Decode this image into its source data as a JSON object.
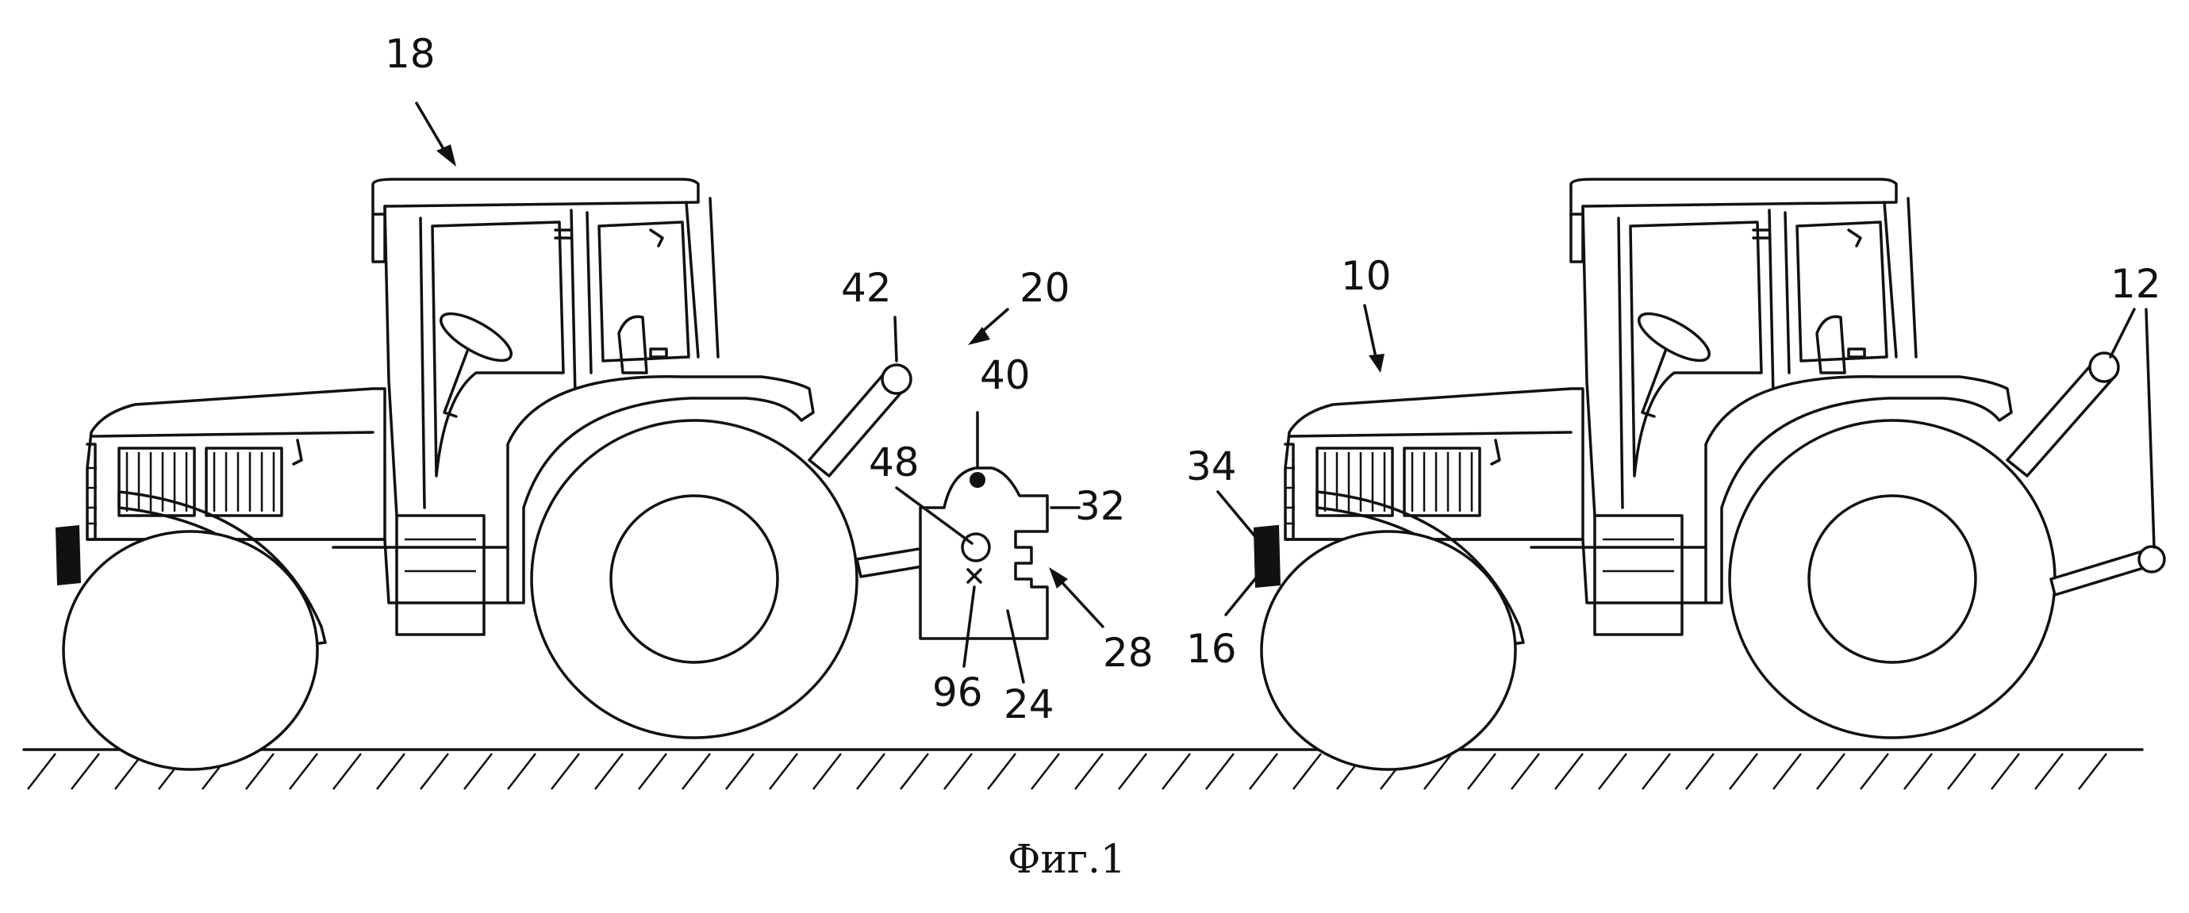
{
  "labels": {
    "l18": "18",
    "l42": "42",
    "l20": "20",
    "l40": "40",
    "l48": "48",
    "l32": "32",
    "l28": "28",
    "l24": "24",
    "l96": "96",
    "l10": "10",
    "l12": "12",
    "l34": "34",
    "l16": "16"
  },
  "caption": "Фиг.1"
}
